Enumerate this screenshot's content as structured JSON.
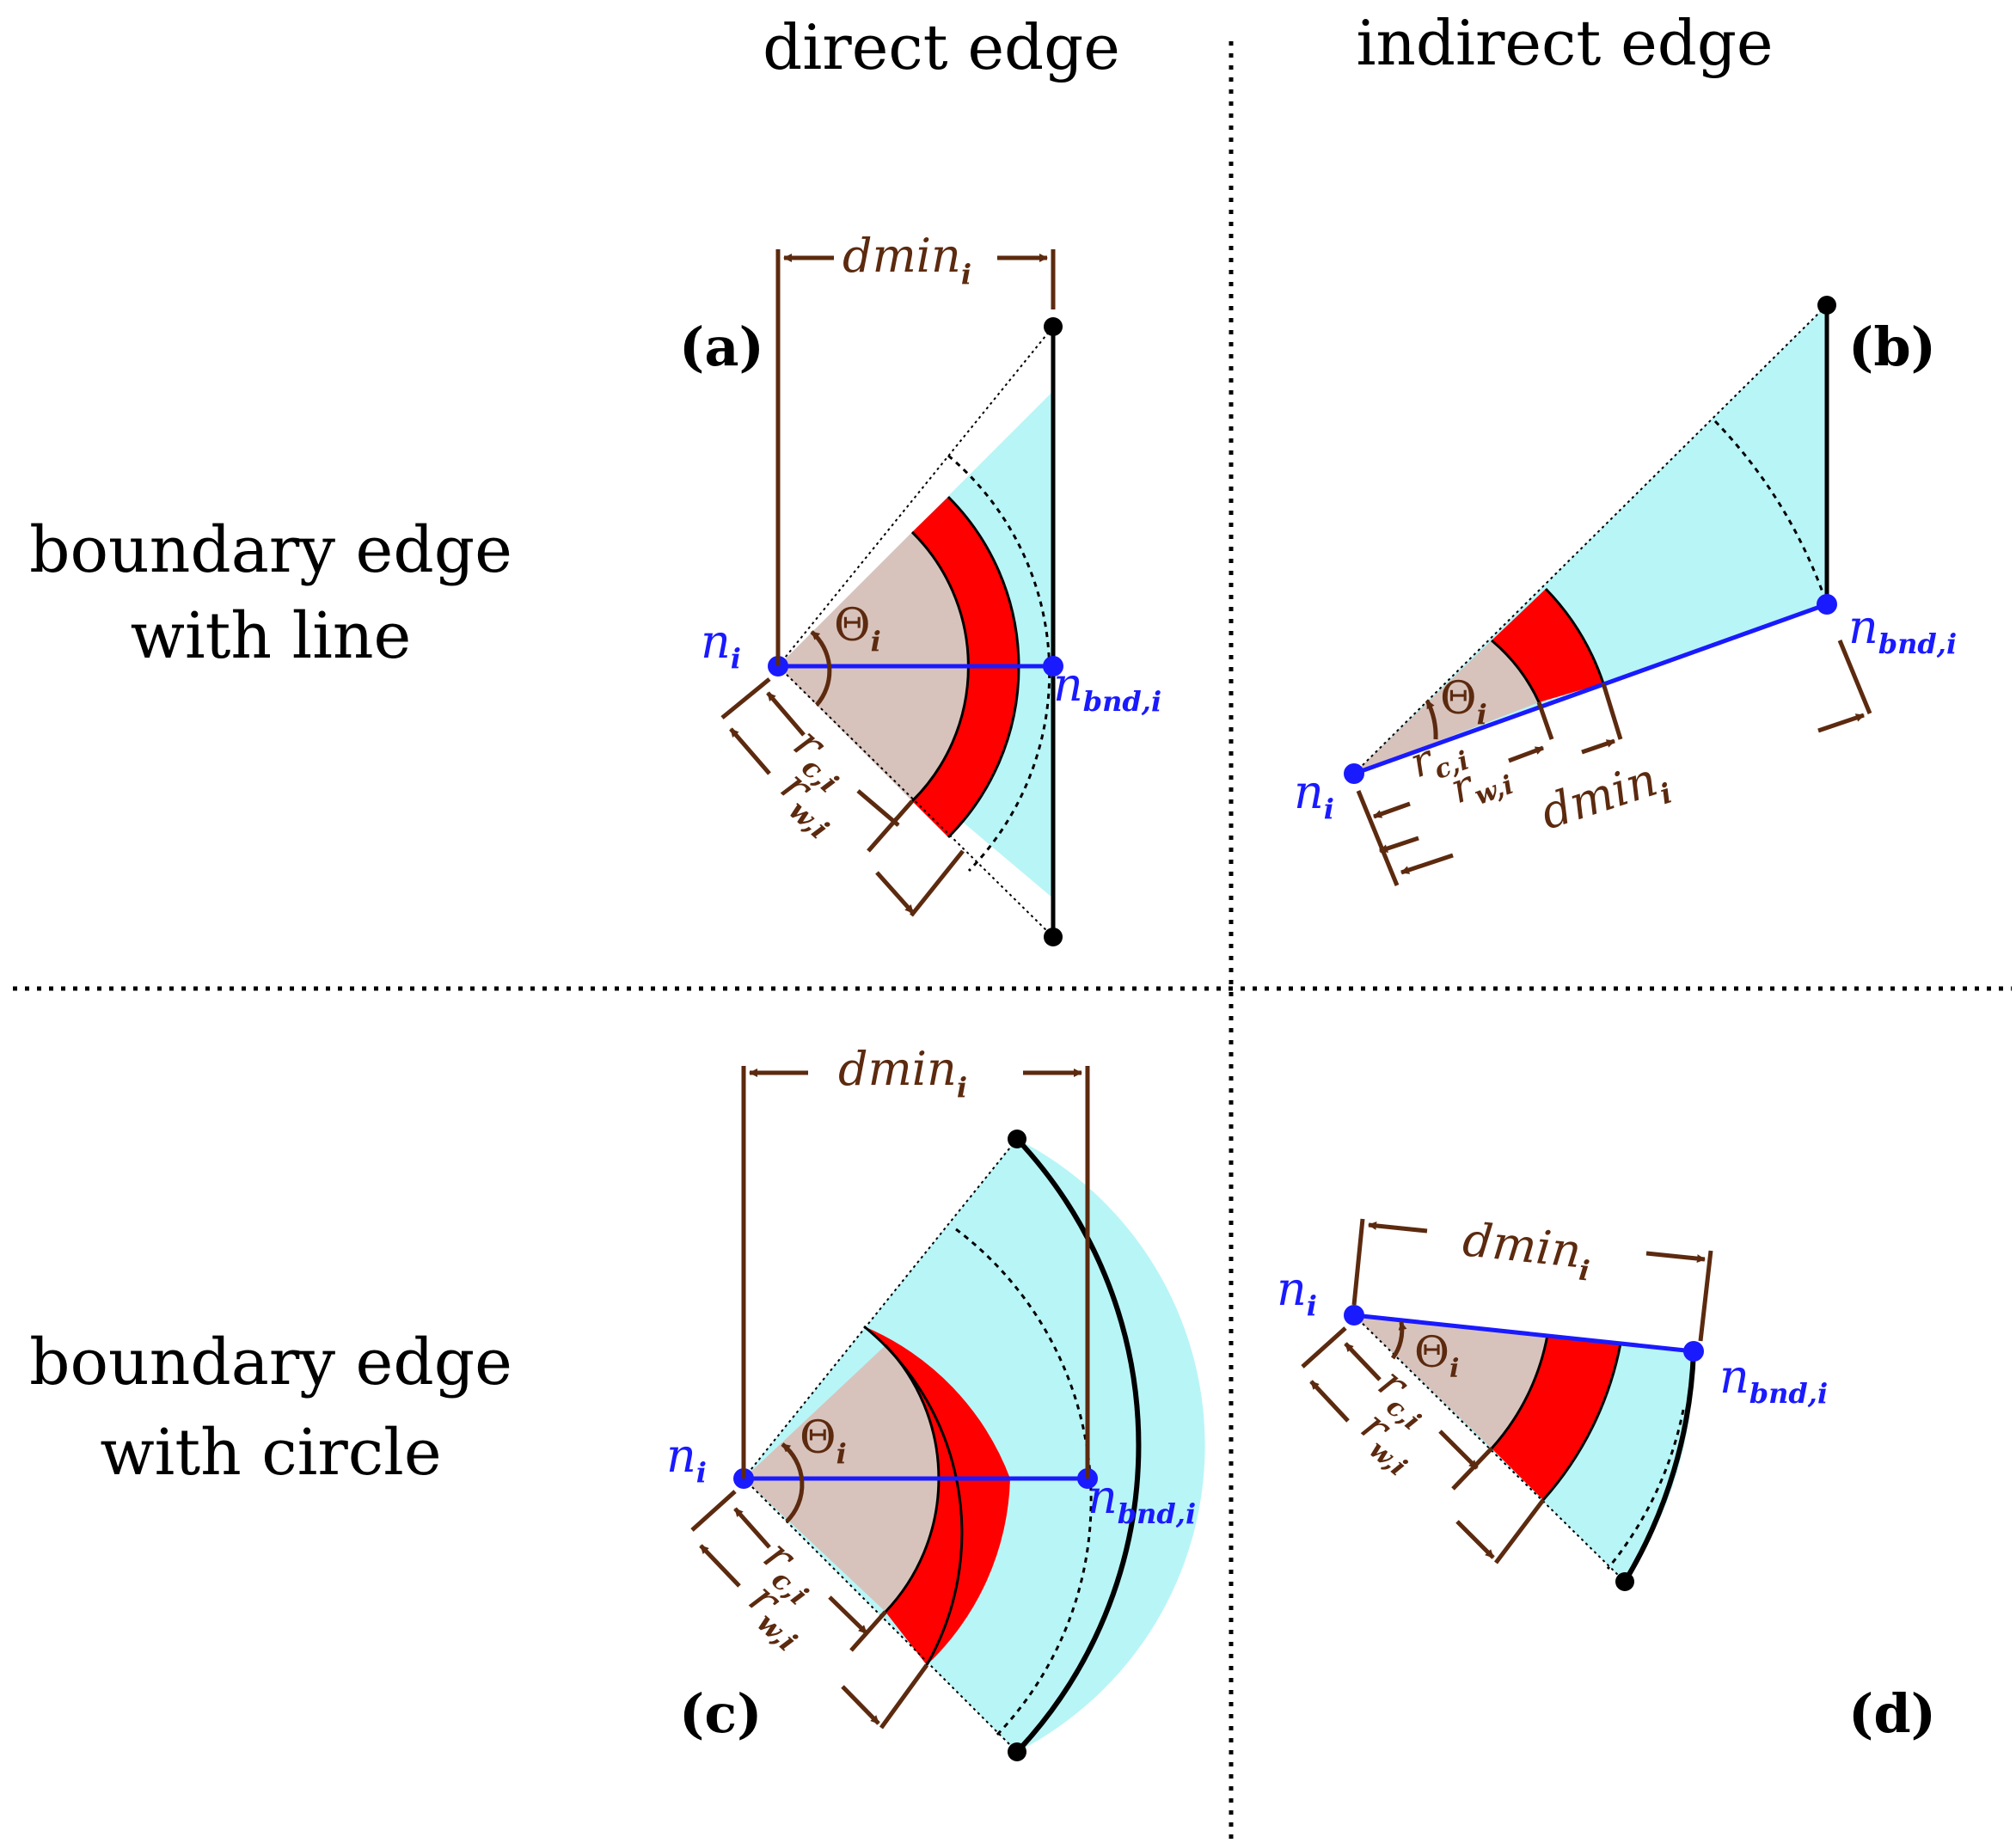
{
  "columns": {
    "direct": "direct edge",
    "indirect": "indirect edge"
  },
  "rows": {
    "line": [
      "boundary edge",
      "with line"
    ],
    "circle": [
      "boundary edge",
      "with circle"
    ]
  },
  "panels": {
    "a": "(a)",
    "b": "(b)",
    "c": "(c)",
    "d": "(d)"
  },
  "symbols": {
    "n_main": "n",
    "n_sub": "i",
    "nbnd_main": "n",
    "nbnd_sub": "bnd,i",
    "dmin_main": "dmin",
    "dmin_sub": "i",
    "theta_main": "Θ",
    "theta_sub": "i",
    "rc_main": "r",
    "rc_sub": "c,i",
    "rw_main": "r",
    "rw_sub": "w,i"
  },
  "colors": {
    "core": "#d8c3bc",
    "wall": "#ff0000",
    "outer": "#b8f5f7",
    "brown": "#5c2a0f",
    "blue": "#1a1aff",
    "black": "#000000"
  }
}
